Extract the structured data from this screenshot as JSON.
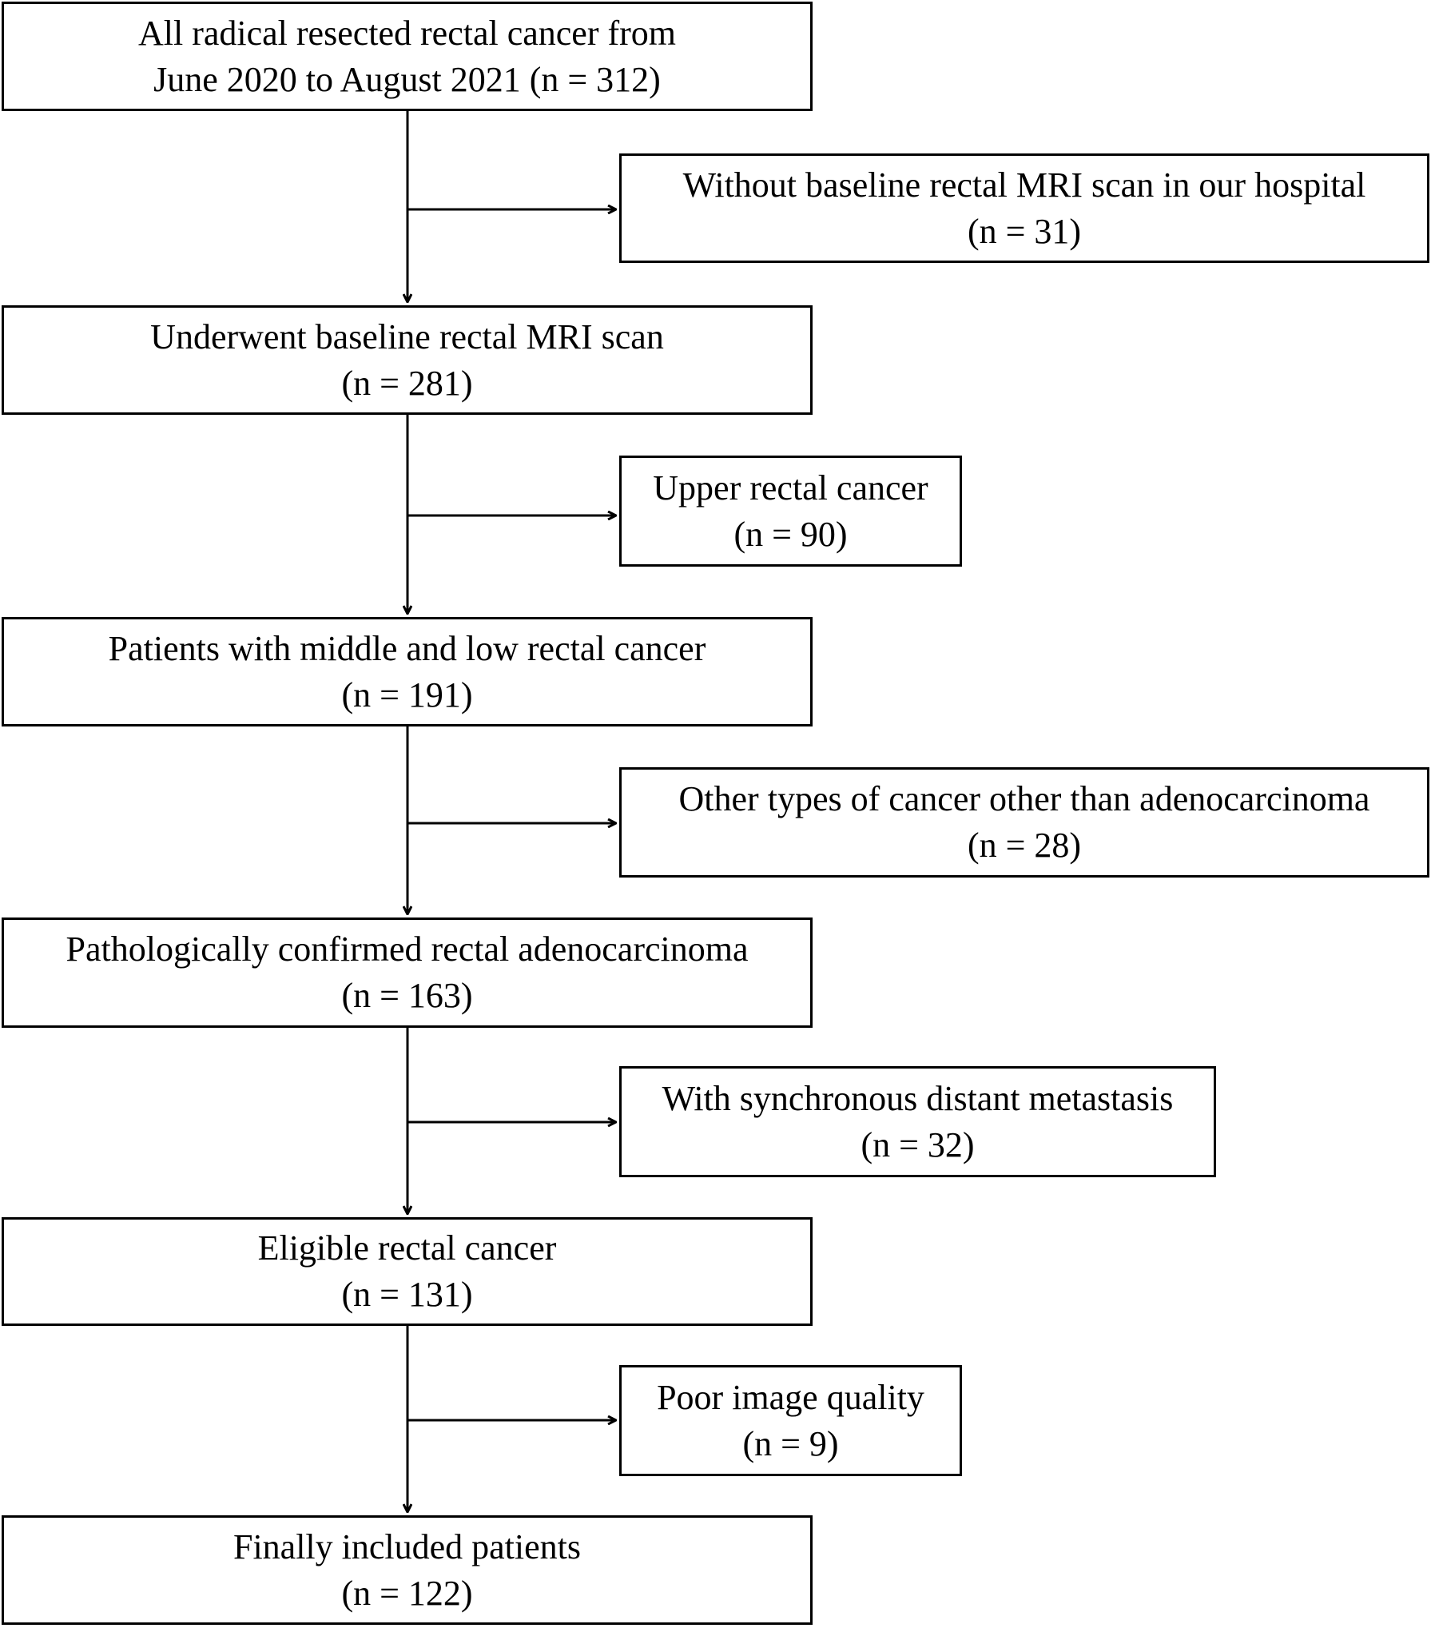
{
  "flowchart": {
    "main_steps": [
      {
        "text": "All radical resected rectal cancer from",
        "count": "June 2020 to August 2021 (n = 312)"
      },
      {
        "text": "Underwent baseline rectal MRI scan",
        "count": "(n = 281)"
      },
      {
        "text": "Patients with middle and low rectal cancer",
        "count": "(n = 191)"
      },
      {
        "text": "Pathologically confirmed rectal adenocarcinoma",
        "count": "(n = 163)"
      },
      {
        "text": "Eligible rectal cancer",
        "count": "(n = 131)"
      },
      {
        "text": "Finally included patients",
        "count": "(n = 122)"
      }
    ],
    "exclusions": [
      {
        "text": "Without baseline rectal MRI scan in our hospital",
        "count": "(n = 31)"
      },
      {
        "text": "Upper rectal cancer",
        "count": "(n = 90)"
      },
      {
        "text": "Other types of cancer other than adenocarcinoma",
        "count": "(n = 28)"
      },
      {
        "text": "With synchronous distant metastasis",
        "count": "(n = 32)"
      },
      {
        "text": "Poor image quality",
        "count": "(n = 9)"
      }
    ]
  }
}
